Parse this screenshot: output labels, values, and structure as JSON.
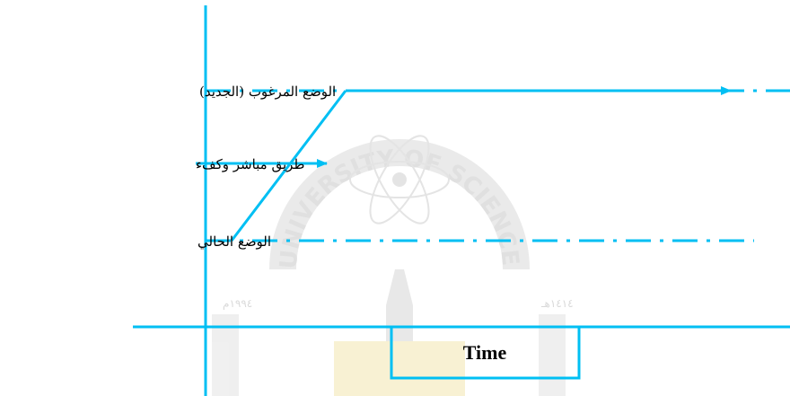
{
  "labels": {
    "desired_state": "الوضع المرغوب (الجديد)",
    "direct_path": "طريق مباشر وكفء",
    "current_state": "الوضع الحالي",
    "time": "Time"
  },
  "watermark": {
    "ring_text": "UNIVERSITY OF SCIENCE & TECHNOLOGY",
    "year_left": "١٩٩٤م",
    "year_right": "١٤١٤هـ"
  },
  "colors": {
    "line": "#00BFF3",
    "text": "#000000",
    "watermark": "#C8C8C8"
  }
}
